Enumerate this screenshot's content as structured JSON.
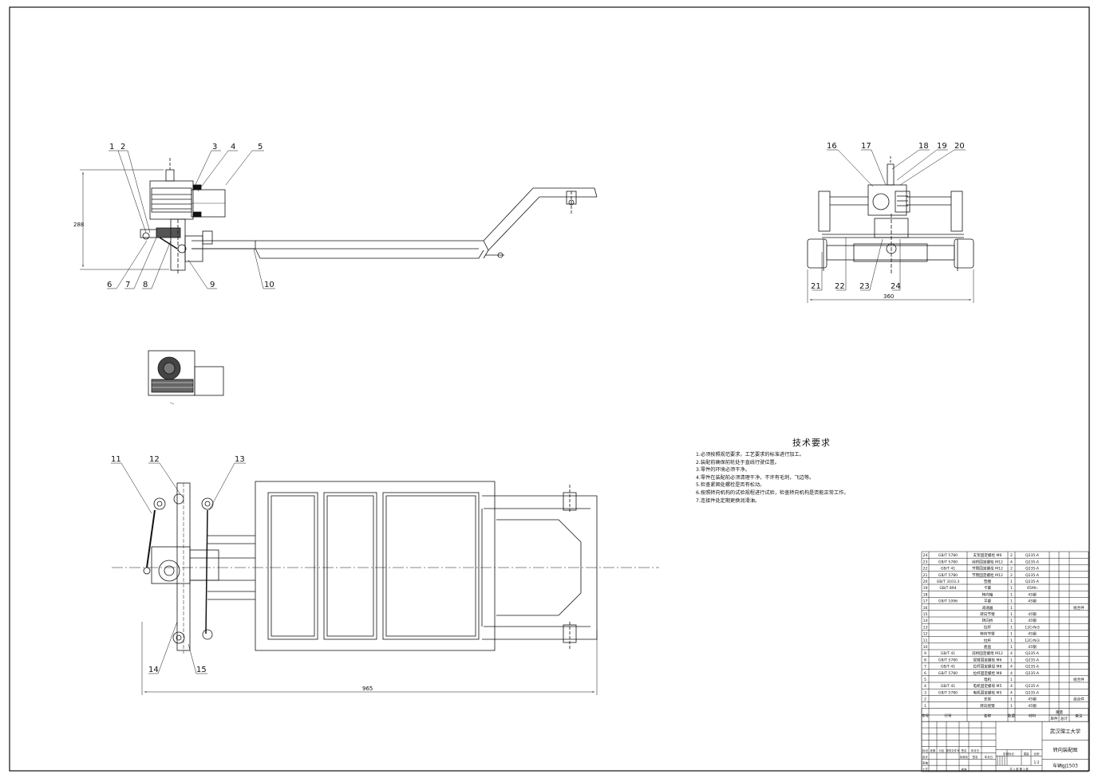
{
  "balloons": {
    "front": [
      "1",
      "2",
      "3",
      "4",
      "5",
      "6",
      "7",
      "8",
      "9",
      "10"
    ],
    "side": [
      "16",
      "17",
      "18",
      "19",
      "20",
      "21",
      "22",
      "23",
      "24"
    ],
    "top": [
      "11",
      "12",
      "13",
      "14",
      "15"
    ]
  },
  "dimensions": {
    "front_height": "288",
    "side_width": "360",
    "top_length": "965"
  },
  "tech": {
    "title": "技术要求",
    "notes": [
      "1.必须按照规范要求，工艺要求的标准进行加工。",
      "2.装配前确保前轮处于直线行驶位置。",
      "3.零件的环境必须干净。",
      "4.零件在装配前必须清理干净，不许有毛刺，飞边等。",
      "5.检查紧固处螺栓是否有松动。",
      "6.按照转向机构的试验规程进行试验，检查转向机构是否能正常工作。",
      "7.连接件处定期更换润滑油。"
    ]
  },
  "bom": {
    "header": [
      "序号",
      "代号",
      "名称",
      "数量",
      "材料",
      "单件",
      "总计",
      "备注"
    ],
    "weight_label": "重量",
    "rows": [
      [
        "24",
        "GB/T 5780",
        "支架固定螺栓 M6",
        "2",
        "Q235-A",
        ""
      ],
      [
        "23",
        "GB/T 5780",
        "前桥固定螺栓 M12",
        "4",
        "Q235-A",
        ""
      ],
      [
        "22",
        "GB/T 41",
        "节臂固定螺母 M12",
        "2",
        "Q235-A",
        ""
      ],
      [
        "21",
        "GB/T 5780",
        "节臂固定螺栓 M12",
        "2",
        "Q235-A",
        ""
      ],
      [
        "20",
        "GB/T 3103.3",
        "垫圈",
        "1",
        "Q235-A",
        ""
      ],
      [
        "19",
        "GB/T 894",
        "卡簧",
        "1",
        "65Mn",
        ""
      ],
      [
        "18",
        "",
        "转向轴",
        "1",
        "45钢",
        ""
      ],
      [
        "17",
        "GB/T 1096",
        "平键",
        "1",
        "45钢",
        ""
      ],
      [
        "16",
        "",
        "减速器",
        "1",
        "",
        "组合件"
      ],
      [
        "15",
        "",
        "转向节臂",
        "1",
        "45钢",
        ""
      ],
      [
        "14",
        "",
        "转向桥",
        "1",
        "45钢",
        ""
      ],
      [
        "13",
        "",
        "拉杆",
        "1",
        "12CrNi3",
        ""
      ],
      [
        "12",
        "",
        "转向节臂",
        "1",
        "45钢",
        ""
      ],
      [
        "11",
        "",
        "拉杆",
        "1",
        "12CrNi3",
        ""
      ],
      [
        "10",
        "",
        "底盘",
        "1",
        "45钢",
        ""
      ],
      [
        "9",
        "GB/T 41",
        "前桥固定螺母 M12",
        "4",
        "Q235-A",
        ""
      ],
      [
        "8",
        "GB/T 5780",
        "摇臂固定螺栓 M6",
        "1",
        "Q235-A",
        ""
      ],
      [
        "7",
        "GB/T 41",
        "拉杆固定螺母 M8",
        "4",
        "Q235-A",
        ""
      ],
      [
        "6",
        "GB/T 5780",
        "拉杆固定螺栓 M8",
        "4",
        "Q235-A",
        ""
      ],
      [
        "5",
        "",
        "电机",
        "1",
        "",
        "组合件"
      ],
      [
        "4",
        "GB/T 41",
        "电机固定螺母 M5",
        "4",
        "Q235-A",
        ""
      ],
      [
        "3",
        "GB/T 5780",
        "电机固定螺栓 M5",
        "4",
        "Q235-A",
        ""
      ],
      [
        "2",
        "",
        "支架",
        "1",
        "45钢",
        "组合件"
      ],
      [
        "1",
        "",
        "转向摇臂",
        "1",
        "45钢",
        ""
      ]
    ]
  },
  "titleblock": {
    "company": "武汉理工大学",
    "drawing_name": "转向装配图",
    "drawing_number": "车辆gj1503",
    "scale": "1:2",
    "row_labels": [
      "标记",
      "设计",
      "审核",
      "工艺"
    ],
    "mark_cols": [
      "处数",
      "分区",
      "更改文件号",
      "签名",
      "年月日"
    ],
    "design_cols": [
      "标准化",
      "签名",
      "年月日"
    ],
    "stage_label": "阶段标记",
    "weight_label": "重量",
    "scale_label": "比例",
    "approve_label": "批准",
    "sheets_text": "共 1 张  第 1 张"
  }
}
